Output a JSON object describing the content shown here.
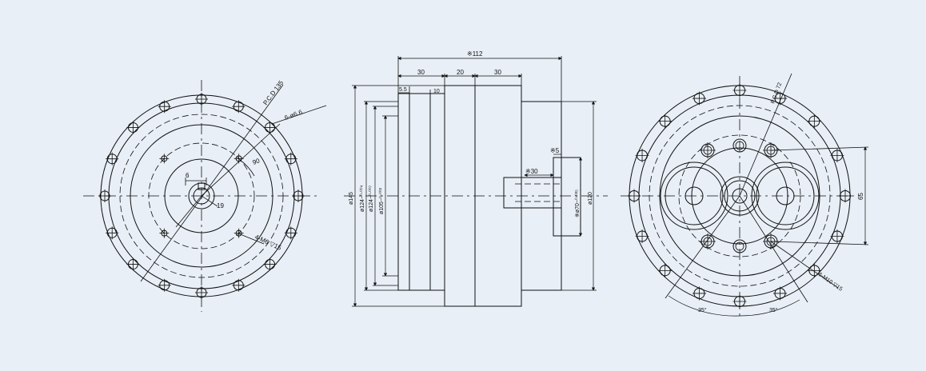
{
  "left_view": {
    "pcd_label": "P.C.D 135",
    "holes_label": "6-ø6.6",
    "angle_label": "90",
    "key_label": "6",
    "shaft_label": "19",
    "tapped_label": "4-M6 ▽15"
  },
  "side_view": {
    "overall_length": "※112",
    "seg_a": "30",
    "seg_b": "20",
    "seg_c": "30",
    "seg_small1": "5.5",
    "seg_small2": "10",
    "shaft_len": "※30",
    "key_depth": "※5",
    "dia_145": "ø145",
    "dia_124a": "ø124−⁰⋅⁰⁰⁴",
    "dia_124b": "ø124−⁰⋅⁰⁰⁷",
    "dia_105": "ø105−⁰⋅⁰⁰²",
    "dia_120": "ø120",
    "dia_shaft": "※ø70−⁰⋅⁰²⁵"
  },
  "right_view": {
    "pcd_label": "P.C.D 72",
    "dim_65": "65",
    "tapped_label": "6-M10 ▽15",
    "angle1": "35°",
    "angle2": "35°"
  }
}
